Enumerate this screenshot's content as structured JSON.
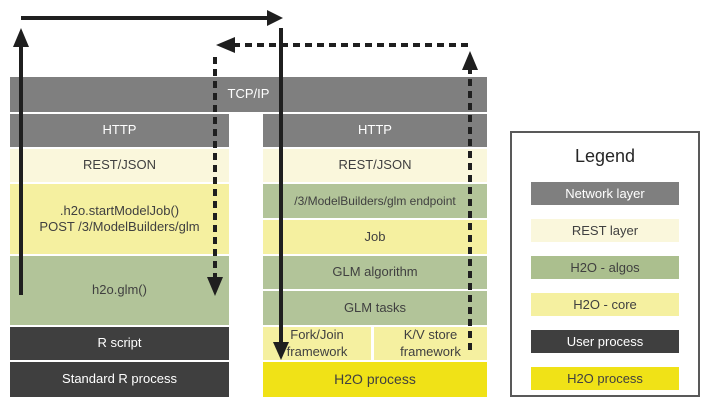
{
  "network_band": {
    "label": "TCP/IP"
  },
  "left_stack": {
    "http": "HTTP",
    "rest": "REST/JSON",
    "api_line1": ".h2o.startModelJob()",
    "api_line2": "POST /3/ModelBuilders/glm",
    "glm": "h2o.glm()",
    "r_script": "R script",
    "process": "Standard R process"
  },
  "right_stack": {
    "http": "HTTP",
    "rest": "REST/JSON",
    "endpoint": "/3/ModelBuilders/glm endpoint",
    "job": "Job",
    "glm_algorithm": "GLM algorithm",
    "glm_tasks": "GLM tasks",
    "fork_join_line1": "Fork/Join",
    "fork_join_line2": "framework",
    "kv_store_line1": "K/V store",
    "kv_store_line2": "framework",
    "process": "H2O process"
  },
  "legend": {
    "title": "Legend",
    "items": [
      {
        "label": "Network layer",
        "color": "#7f7f7f"
      },
      {
        "label": "REST layer",
        "color": "#faf7dc"
      },
      {
        "label": "H2O - algos",
        "color": "#abbf8e"
      },
      {
        "label": "H2O - core",
        "color": "#f5f0a0"
      },
      {
        "label": "User process",
        "color": "#3f3f3f"
      },
      {
        "label": "H2O process",
        "color": "#f0e217"
      }
    ]
  },
  "colors": {
    "arrow": "#1f1f1f",
    "network_layer": "#7f7f7f",
    "rest_layer": "#faf7dc",
    "h2o_algos": "#b2c499",
    "h2o_core": "#f5f0a0",
    "user_process": "#3f3f3f",
    "h2o_process": "#f0e217"
  }
}
